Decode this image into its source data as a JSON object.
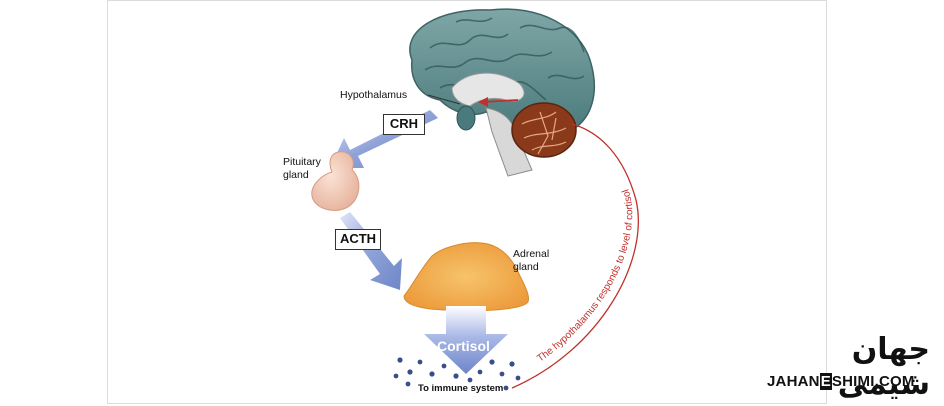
{
  "labels": {
    "hypothalamus": "Hypothalamus",
    "pituitary": "Pituitary gland",
    "adrenal": "Adrenal gland",
    "crh": "CRH",
    "acth": "ACTH",
    "cortisol": "Cortisol",
    "immune": "To immune system",
    "feedback": "The hypothalamus responds to level of cortisol"
  },
  "logo": {
    "persian": "جهان شیمی",
    "english_left": "JAHAN",
    "english_mid": "E",
    "english_right": "SHIMI.COM"
  },
  "colors": {
    "brain": "#5e8c8e",
    "cerebellum": "#8a3a1a",
    "arrow_blue": "#6e86c8",
    "adrenal_orange": "#f3a84a",
    "feedback_red": "#c0302c",
    "pituitary": "#f1cbb8"
  }
}
